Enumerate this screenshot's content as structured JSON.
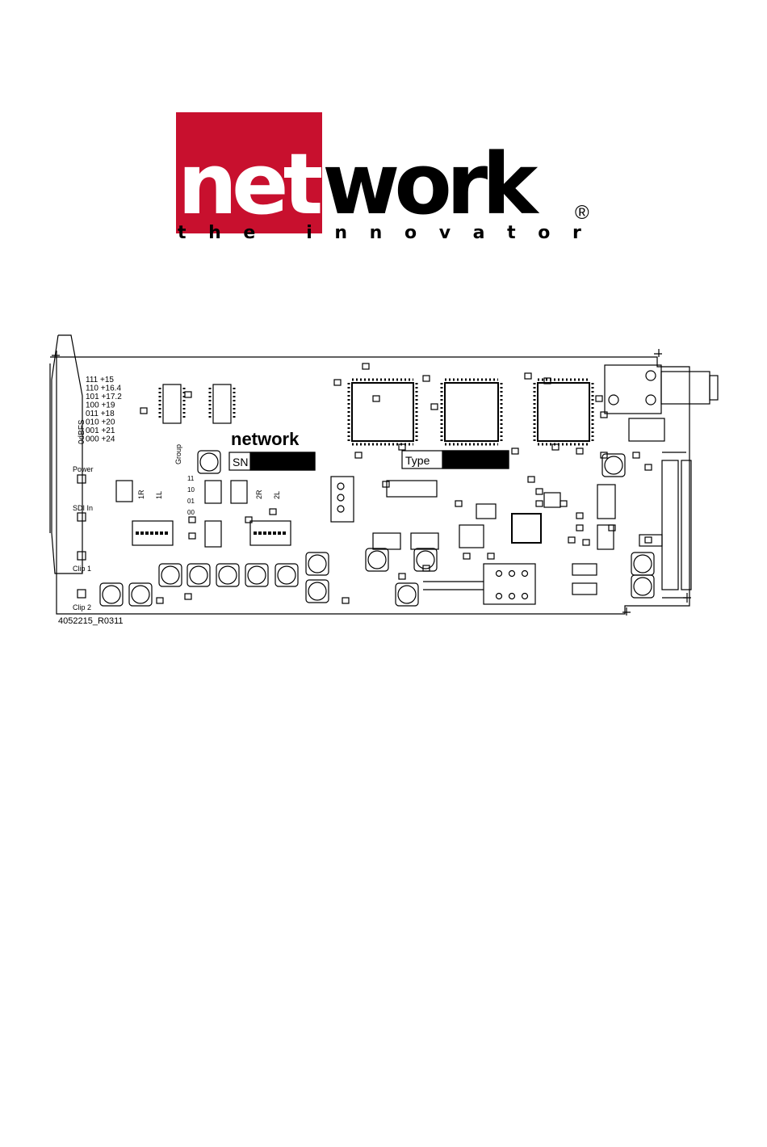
{
  "brand": {
    "name_red": "net",
    "name_black": "work",
    "registered_mark": "®",
    "tagline_letters": [
      "t",
      "h",
      "e",
      " ",
      "i",
      "n",
      "n",
      "o",
      "v",
      "a",
      "t",
      "o",
      "r"
    ]
  },
  "colors": {
    "brand_red": "#c8102e",
    "ink": "#000000"
  },
  "pcb": {
    "board_logo": "network",
    "sn_label": "SN",
    "type_label": "Type",
    "led_labels": [
      "Power",
      "SDI In",
      "Clip 1",
      "Clip 2"
    ],
    "level_table": [
      "111 +15",
      "110 +16.4",
      "101 +17.2",
      "100 +19",
      "011 +18",
      "010 +20",
      "001 +21",
      "000 +24"
    ],
    "odbfs_label": "0dBFS",
    "group_label": "Group",
    "group_values": [
      "11",
      "10",
      "01",
      "00"
    ],
    "channel_labels": [
      "1R",
      "1L",
      "2R",
      "2L"
    ],
    "part_number": "4052215_R0311"
  }
}
